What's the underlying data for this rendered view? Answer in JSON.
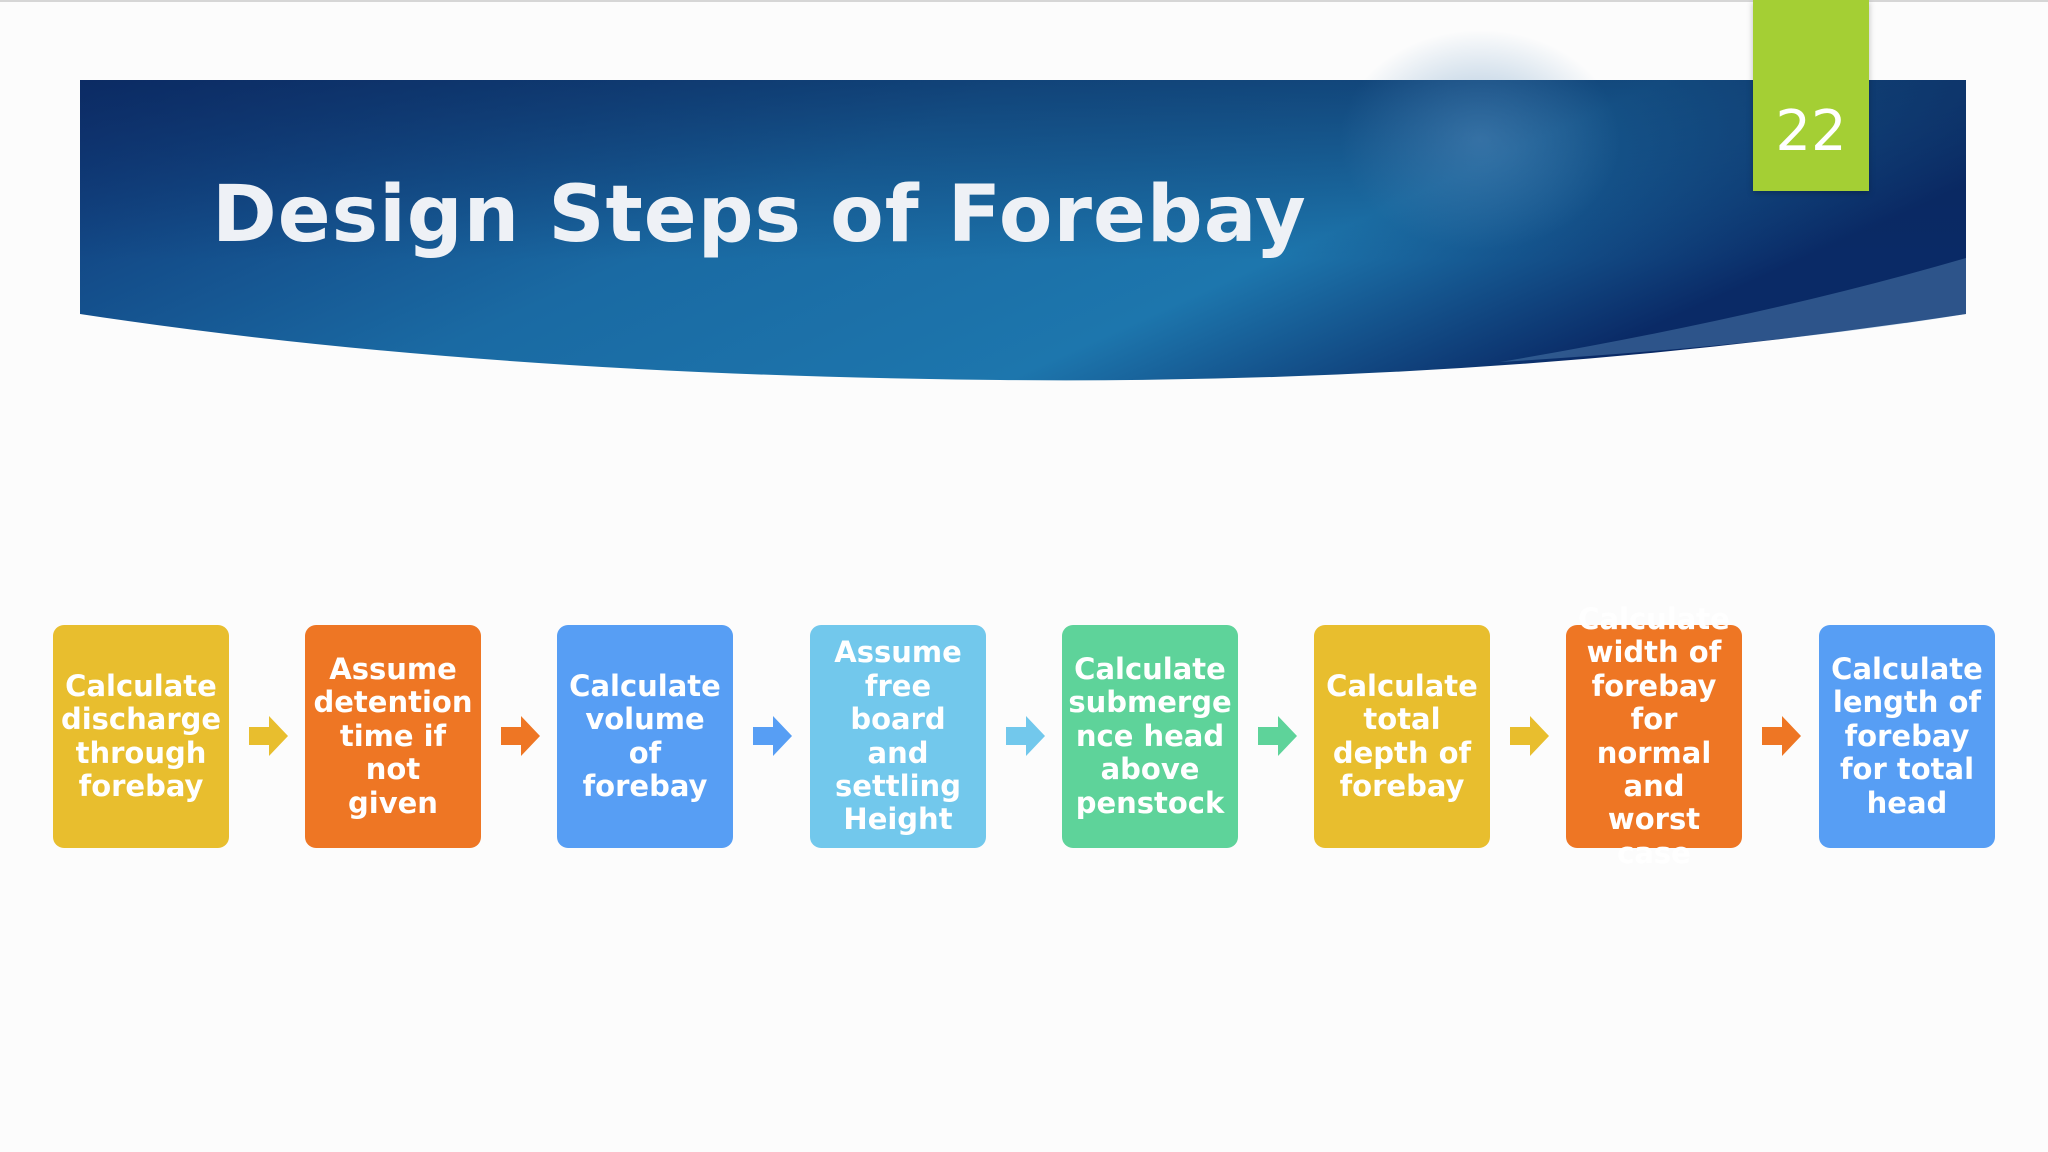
{
  "slide": {
    "title": "Design Steps of Forebay",
    "page_number": "22"
  },
  "colors": {
    "header_dark": "#0c2e6e",
    "header_mid": "#1a6ea6",
    "page_badge": "#a4cf34",
    "yellow": "#e8be2e",
    "orange": "#ee7624",
    "blue": "#579ef4",
    "light_blue": "#72c8ec",
    "green": "#5ed39a"
  },
  "steps": [
    {
      "label": "Calculate\ndischarge\nthrough\nforebay",
      "color": "#e8be2e"
    },
    {
      "label": "Assume\ndetention\ntime if not\ngiven",
      "color": "#ee7624"
    },
    {
      "label": "Calculate\nvolume of\nforebay",
      "color": "#579ef4"
    },
    {
      "label": "Assume\nfree\nboard\nand\nsettling\nHeight",
      "color": "#72c8ec"
    },
    {
      "label": "Calculate\nsubmerge\nnce head\nabove\npenstock",
      "color": "#5ed39a"
    },
    {
      "label": "Calculate\ntotal\ndepth of\nforebay",
      "color": "#e8be2e"
    },
    {
      "label": "Calculate\nwidth of\nforebay\nfor normal\nand worst\ncase",
      "color": "#ee7624"
    },
    {
      "label": "Calculate\nlength of\nforebay\nfor total\nhead",
      "color": "#579ef4"
    }
  ],
  "arrow_icon": "right-arrow-icon"
}
